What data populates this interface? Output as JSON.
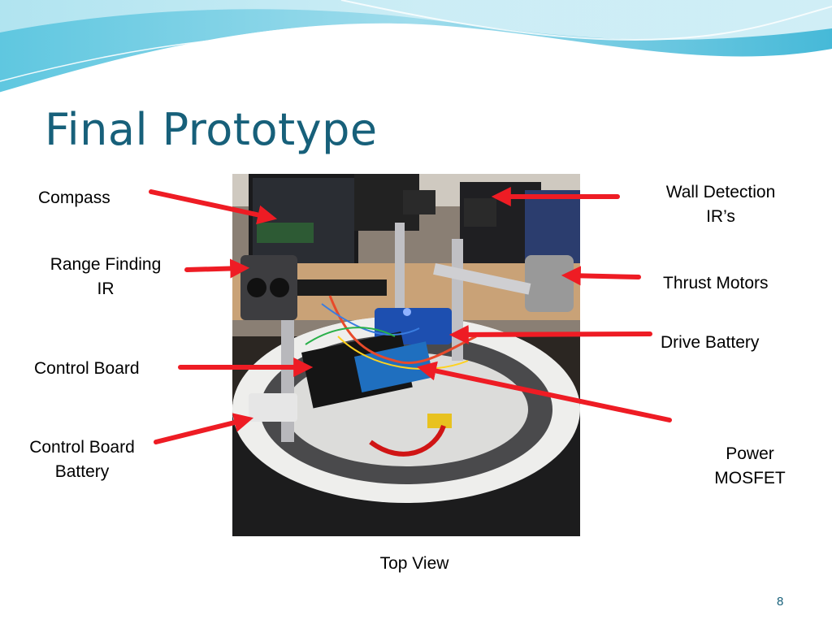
{
  "slide": {
    "title": "Final Prototype",
    "caption": "Top View",
    "page_number": "8",
    "accent_color": "#17607a",
    "arrow_color": "#ee1c24"
  },
  "labels": {
    "compass": "Compass",
    "range_finding_line1": "Range Finding",
    "range_finding_line2": "IR",
    "control_board": "Control Board",
    "control_board_battery_line1": "Control Board",
    "control_board_battery_line2": "Battery",
    "wall_detection_line1": "Wall Detection",
    "wall_detection_line2": "IR’s",
    "thrust_motors": "Thrust Motors",
    "drive_battery": "Drive Battery",
    "power_mosfet_line1": "Power",
    "power_mosfet_line2": "MOSFET"
  },
  "photo": {
    "subject": "robot prototype top view"
  }
}
